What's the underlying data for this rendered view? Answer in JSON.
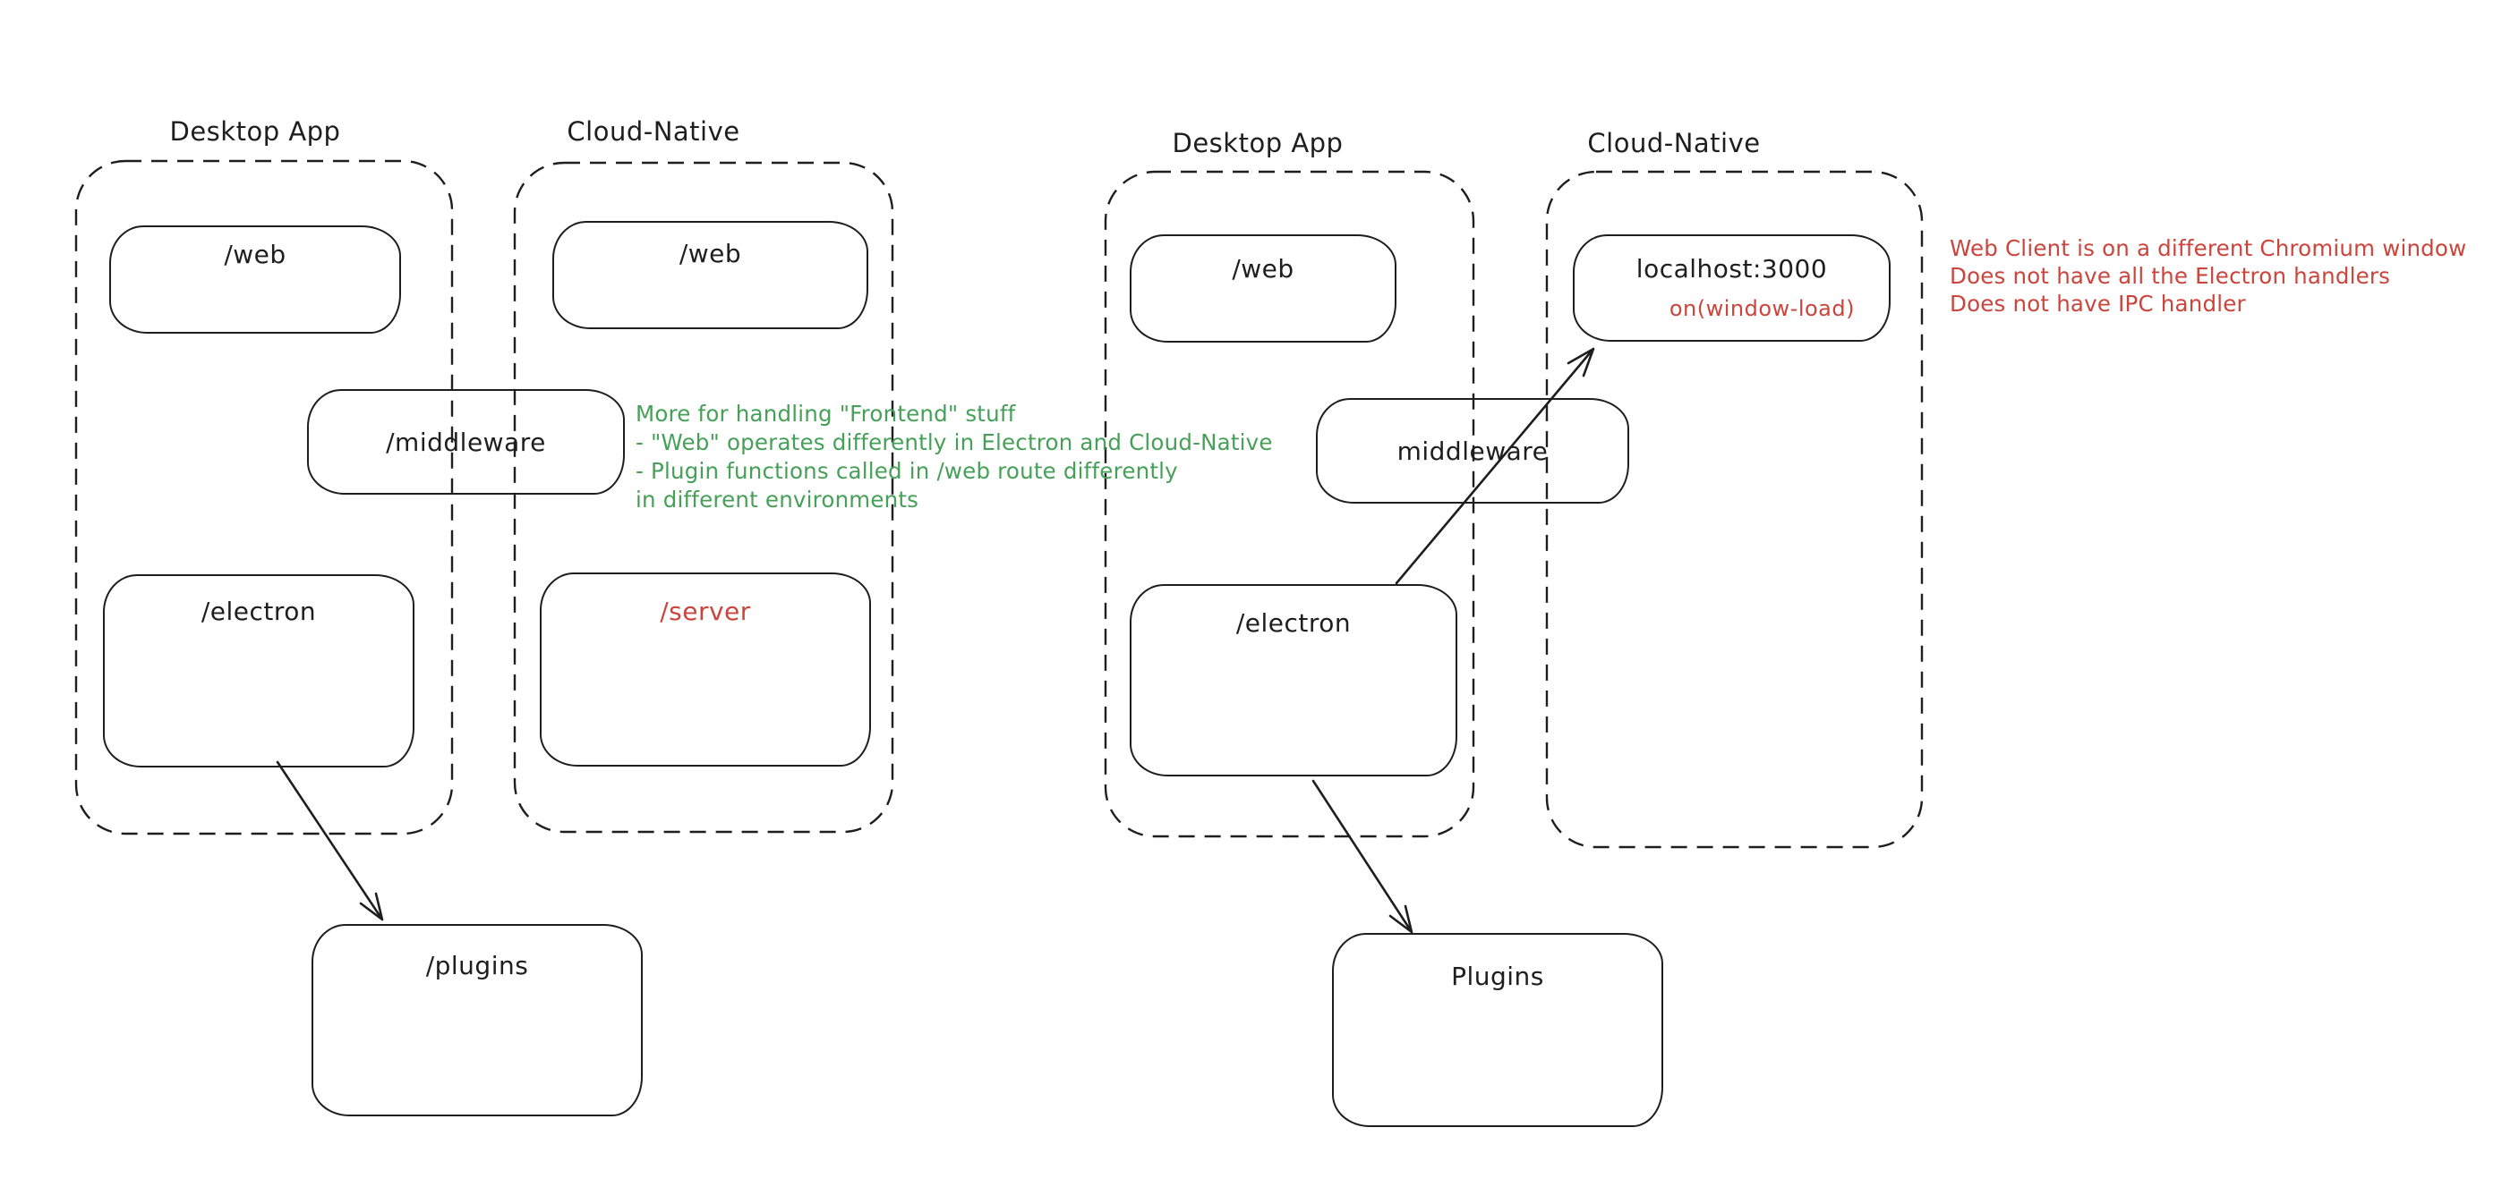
{
  "colors": {
    "stroke": "#1e1e1e",
    "green": "#46a058",
    "red": "#cb453d",
    "background": "#ffffff"
  },
  "left_diagram": {
    "desktop_group_label": "Desktop App",
    "cloud_group_label": "Cloud-Native",
    "web_desktop_box": "/web",
    "web_cloud_box": "/web",
    "middleware_box": "/middleware",
    "electron_box": "/electron",
    "server_box": "/server",
    "plugins_box": "/plugins"
  },
  "right_diagram": {
    "desktop_group_label": "Desktop App",
    "cloud_group_label": "Cloud-Native",
    "web_box": "/web",
    "localhost_box": "localhost:3000",
    "localhost_event": "on(window-load)",
    "middleware_box": "middleware",
    "electron_box": "/electron",
    "plugins_box": "Plugins"
  },
  "green_note": {
    "lines": [
      "More for handling \"Frontend\" stuff",
      "- \"Web\" operates differently in Electron and Cloud-Native",
      "- Plugin functions called in /web route differently",
      "in different environments"
    ]
  },
  "red_note": {
    "lines": [
      "Web Client is on a different Chromium window",
      "Does not have all the Electron handlers",
      "Does not have IPC handler"
    ]
  },
  "arrows": [
    {
      "name": "electron-to-plugins-left",
      "from": "/electron",
      "to": "/plugins"
    },
    {
      "name": "electron-to-localhost",
      "from": "/electron",
      "to": "localhost:3000"
    },
    {
      "name": "electron-to-plugins-right",
      "from": "/electron",
      "to": "Plugins"
    }
  ]
}
